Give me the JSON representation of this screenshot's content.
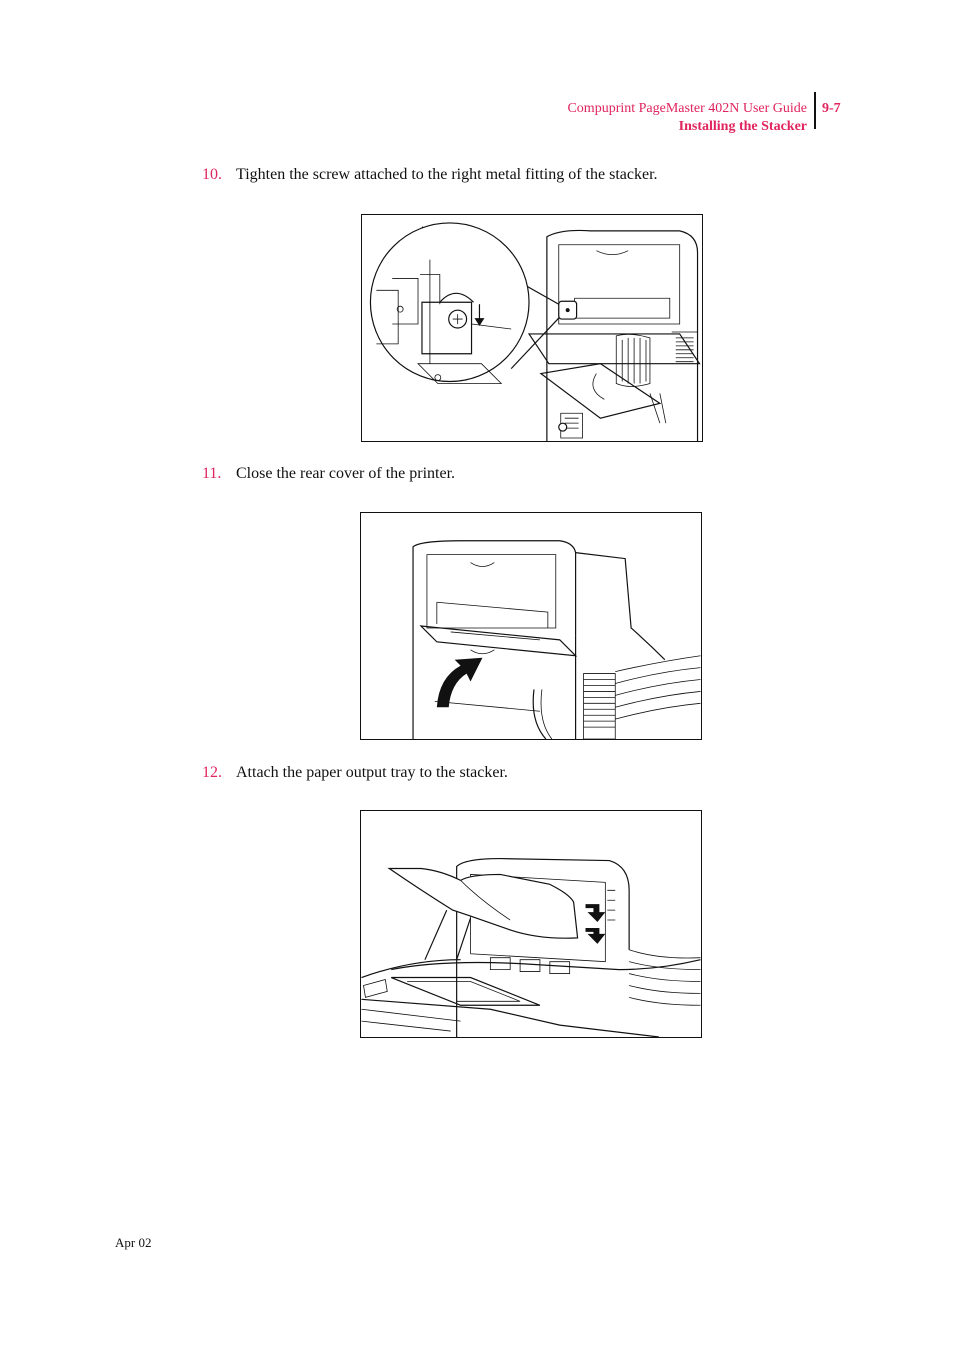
{
  "header": {
    "guide_title": "Compuprint PageMaster 402N User Guide",
    "section_title": "Installing the Stacker",
    "page_number": "9-7"
  },
  "steps": [
    {
      "number": "10.",
      "text": "Tighten the screw attached to the right metal fitting of the stacker."
    },
    {
      "number": "11.",
      "text": "Close the rear cover of the printer."
    },
    {
      "number": "12.",
      "text": "Attach the paper output tray to the stacker."
    }
  ],
  "footer": {
    "date": "Apr 02"
  }
}
